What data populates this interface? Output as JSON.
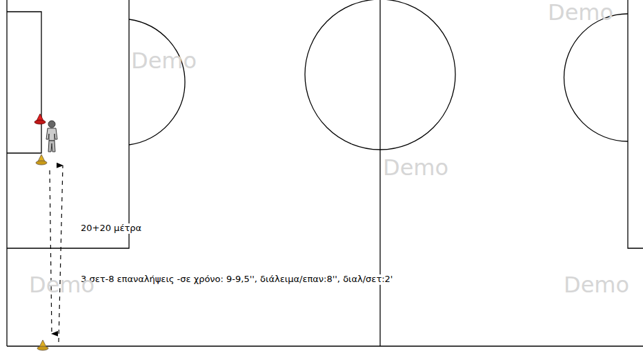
{
  "diagram": {
    "labels": [
      "20+20 μέτρα",
      "3 σετ-8 επαναλήψεις -σε χρόνο: 9-9,5'', διάλειμα/επαν:8'', διαλ/σετ:2'",
      "Demo",
      "Demo",
      "Demo",
      "Demo",
      "Demo"
    ]
  }
}
